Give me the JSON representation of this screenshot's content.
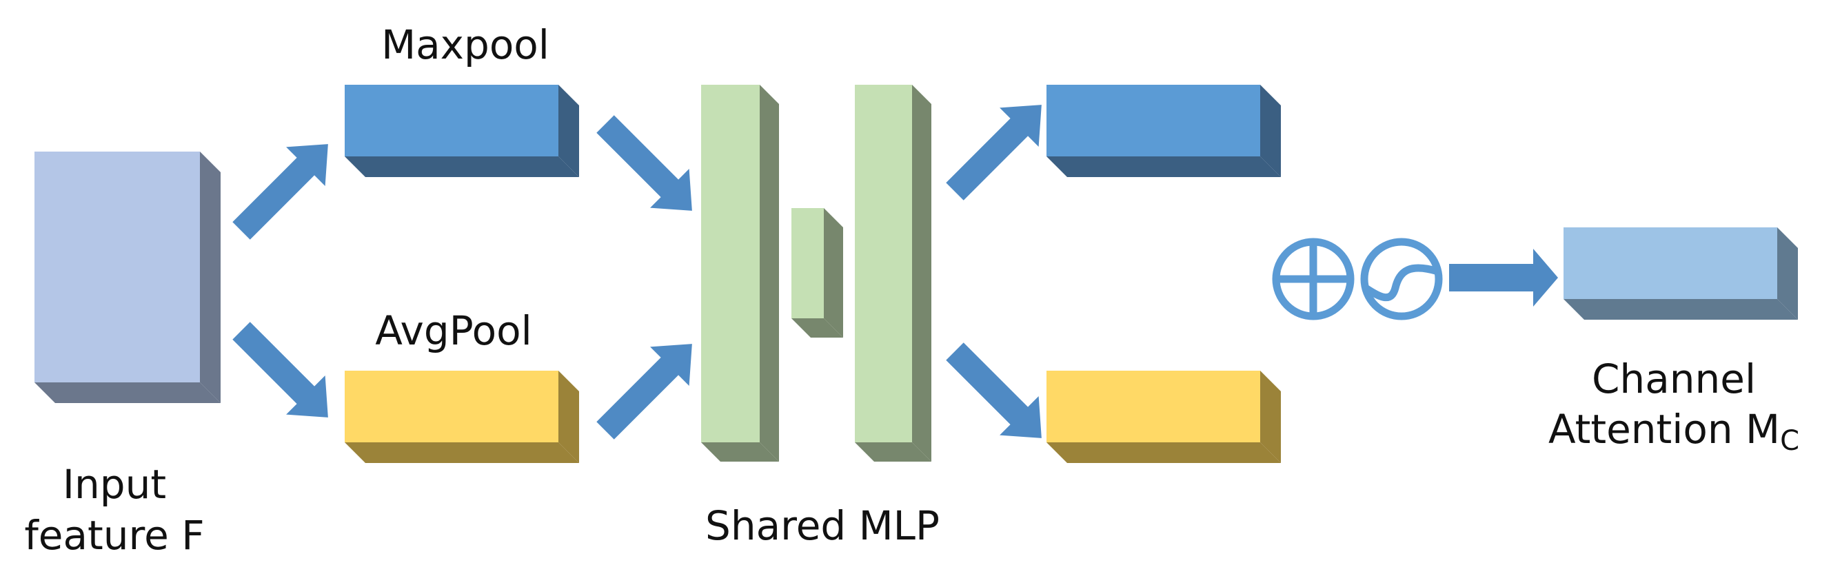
{
  "labels": {
    "input_line1": "Input",
    "input_line2": "feature F",
    "maxpool": "Maxpool",
    "avgpool": "AvgPool",
    "shared_mlp": "Shared MLP",
    "output_line1": "Channel",
    "output_line2_main": "Attention M",
    "output_line2_sub": "C"
  },
  "icons": [
    "sum-operator-icon",
    "sigmoid-operator-icon"
  ],
  "colors": {
    "input_face": "#b4c6e7",
    "input_side": "#6b778c",
    "blue_face": "#5b9bd5",
    "blue_side": "#3b5f82",
    "yellow_face": "#ffd966",
    "yellow_side": "#9b8339",
    "green_face": "#c5e0b4",
    "green_side": "#77876d",
    "output_face": "#9dc3e6",
    "output_side": "#607a90",
    "arrow": "#4f8ac4"
  }
}
